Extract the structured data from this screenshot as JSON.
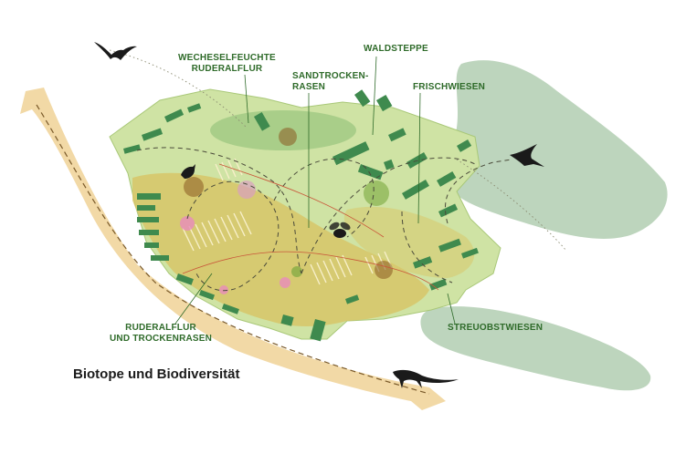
{
  "title": "Biotope und Biodiversität",
  "labels": {
    "wechselfeuchte": [
      "WECHESELFEUCHTE",
      "RUDERALFLUR"
    ],
    "waldsteppe": [
      "WALDSTEPPE"
    ],
    "sandtrocken": [
      "SANDTROCKEN-",
      "RASEN"
    ],
    "frischwiesen": [
      "FRISCHWIESEN"
    ],
    "ruderalflur": [
      "RUDERALFLUR",
      "UND TROCKENRASEN"
    ],
    "streuobst": [
      "STREUOBSTWIESEN"
    ]
  },
  "colors": {
    "label": "#2f6b2a",
    "site": "#cfe3a4",
    "dry_zone": "#d8c260",
    "patch": "#3f8a4e",
    "forest": "#bcd4bb",
    "path": "#f2d9a6"
  },
  "icons": [
    "bat-icon",
    "bird-icon",
    "bee-icon",
    "swallow-icon",
    "lizard-icon"
  ]
}
